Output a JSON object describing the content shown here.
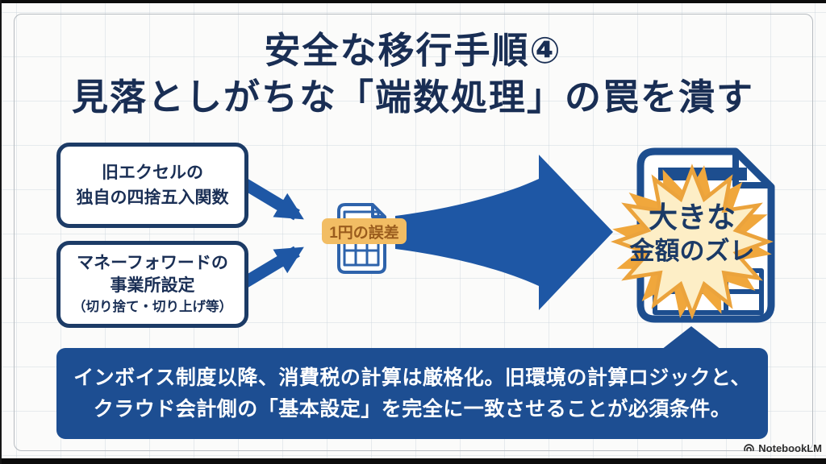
{
  "title": {
    "line1": "安全な移行手順④",
    "line2": "見落としがちな「端数処理」の罠を潰す"
  },
  "boxes": [
    {
      "line1": "旧エクセルの",
      "line2": "独自の四捨五入関数"
    },
    {
      "line1": "マネーフォワードの",
      "line2": "事業所設定",
      "line3": "（切り捨て・切り上げ等）"
    }
  ],
  "badge": {
    "label": "1円の誤差"
  },
  "burst": {
    "line1": "大きな",
    "line2": "金額のズレ"
  },
  "banner": {
    "line1": "インボイス制度以降、消費税の計算は厳格化。旧環境の計算ロジックと、",
    "line2": "クラウド会計側の「基本設定」を完全に一致させることが必須条件。"
  },
  "watermark": {
    "label": "NotebookLM"
  },
  "icons": {
    "middle": "spreadsheet-document-icon",
    "right": "spreadsheet-document-icon",
    "logo": "notebooklm-logo-icon"
  },
  "colors": {
    "title_text": "#192e54",
    "box_border": "#1c3b66",
    "arrow_blue": "#1e57a5",
    "doc_icon_navy": "#1d4e8f",
    "banner_bg": "#1d4e92",
    "badge_bg": "#f2bd64",
    "badge_text": "#9a5c1d",
    "burst_fill": "#fdeec6",
    "burst_edge": "#eba33c",
    "burst_back": "#f0a73c"
  }
}
